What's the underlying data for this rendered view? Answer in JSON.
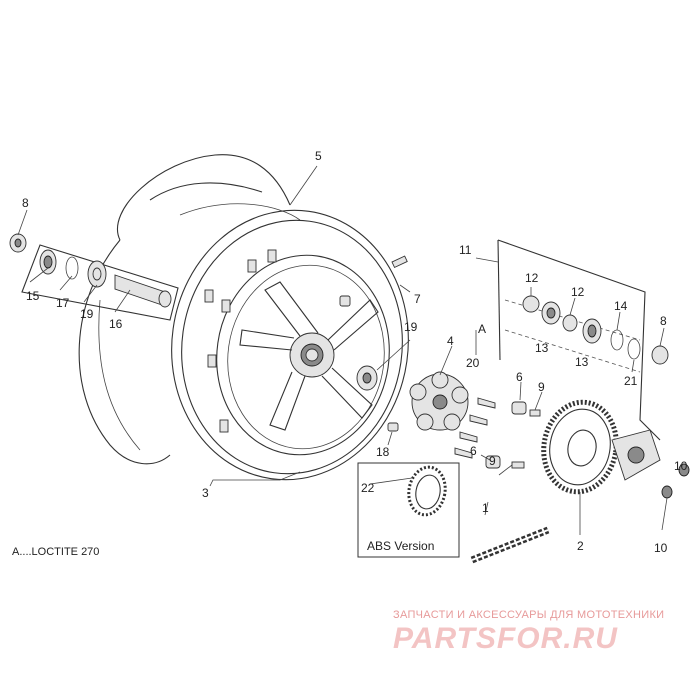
{
  "note": "A....LOCTITE 270",
  "abs_label": "ABS Version",
  "watermark": {
    "subtitle": "ЗАПЧАСТИ И АКСЕССУАРЫ ДЛЯ МОТОТЕХНИКИ",
    "brand": "PARTSFOR.RU"
  },
  "callouts": {
    "c1": "1",
    "c2": "2",
    "c3": "3",
    "c4": "4",
    "c5": "5",
    "c6a": "6",
    "c6b": "6",
    "c7": "7",
    "c8a": "8",
    "c8b": "8",
    "c9a": "9",
    "c9b": "9",
    "c10a": "10",
    "c10b": "10",
    "c11": "11",
    "c12a": "12",
    "c12b": "12",
    "c13a": "13",
    "c13b": "13",
    "c14": "14",
    "c15": "15",
    "c16": "16",
    "c17": "17",
    "c18": "18",
    "c19a": "19",
    "c19b": "19",
    "c20": "20",
    "c21": "21",
    "c22": "22",
    "cA": "A"
  }
}
